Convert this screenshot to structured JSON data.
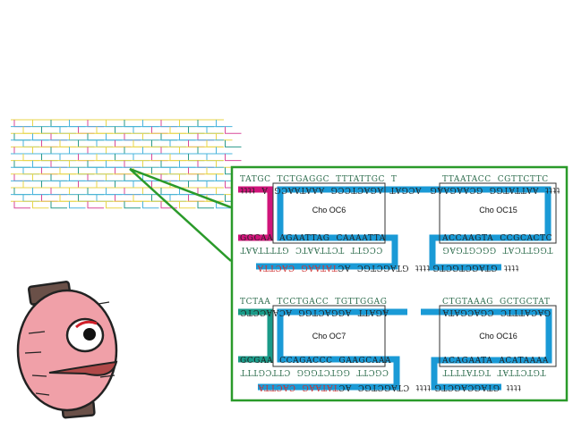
{
  "colors": {
    "frame": "#2a9a2a",
    "staple": "#1a9ad6",
    "oc6_accent": "#d0147a",
    "oc7_accent": "#1a9a88",
    "grid_cyan": "#4ab4dc",
    "grid_yellow": "#e8d64a",
    "grid_magenta": "#d84a9a",
    "grid_teal": "#2a9a8a"
  },
  "panels": [
    {
      "label": "Cho OC6",
      "top": "TATGC  TCTGAGGC  TTTATTGC  T",
      "staple_top": "ACGAT  AGACTCCG  AAATAACG  A  tttt",
      "bottom": "GGCAA  AGAATTAG  CAAAATTA",
      "bottom_comp": "CCGTT  TCTTAATC  GTTTTAAT",
      "tail_black": "tttt  GTAGCTGC  AC",
      "tail_red": "TATAAG  CACTTA"
    },
    {
      "label": "Cho OC15",
      "top": "TTAATACC  CGTTCTTC",
      "staple_top": "tttt  AATTATGG  GCAAGAAG",
      "bottom": "ACCAAGTA  CCGCACTC",
      "bottom_comp": "TGGTTCAT  GGCGTGAG",
      "tail_black": "tttt  GTAGCTGCTG",
      "tail_red": ""
    },
    {
      "label": "Cho OC7",
      "top": "TCTAA  TCCTGACC  TGTTGGAG",
      "staple_top": "AGATT  AGGACTGG  ACAACCTC",
      "bottom": "GCGAA  CCAGACCC  GAAGCAAA",
      "bottom_comp": "CGCTT  GGTCTGGG  CTTCGTTT",
      "tail_black": "tttt  CTAGCTGC  AC",
      "tail_red": "TATAAG  CACTTA"
    },
    {
      "label": "Cho OC16",
      "top": "CTGTAAAG  GCTGCTAT",
      "staple_top": "GACATTTC  CGACGATA",
      "bottom": "ACAGAATA  ACATAAAA",
      "bottom_comp": "TGTCTTAT  TGTATTTT",
      "tail_black": "tttt  GTAGCAGCTG",
      "tail_red": ""
    }
  ]
}
